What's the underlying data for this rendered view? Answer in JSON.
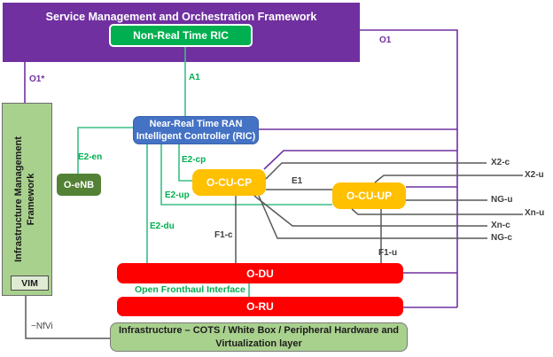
{
  "palette": {
    "smo_purple": "#7030a0",
    "non_rt_green": "#00b050",
    "near_rt_blue": "#4472c4",
    "oenb_dark_green": "#538135",
    "cu_orange": "#ffc000",
    "du_ru_red": "#ff0000",
    "infra_light_green": "#a9d18e",
    "vim_pale_green": "#dfecd3",
    "green_line": "#3cbd86",
    "purple_line": "#7030a0",
    "gray_line": "#595959"
  },
  "nodes": {
    "smo": {
      "label": "Service Management and Orchestration Framework"
    },
    "non_rt_ric": {
      "label": "Non-Real Time RIC"
    },
    "near_rt_ric": {
      "line1": "Near-Real Time RAN",
      "line2": "Intelligent Controller (RIC)"
    },
    "imf": {
      "label": "Infrastructure Management Framework"
    },
    "vim": {
      "label": "VIM"
    },
    "o_enb": {
      "label": "O-eNB"
    },
    "o_cu_cp": {
      "label": "O-CU-CP"
    },
    "o_cu_up": {
      "label": "O-CU-UP"
    },
    "o_du": {
      "label": "O-DU"
    },
    "o_ru": {
      "label": "O-RU"
    },
    "infrastructure": {
      "label": "Infrastructure – COTS / White Box / Peripheral Hardware and Virtualization layer"
    }
  },
  "interfaces": {
    "o1": "O1",
    "o1_star": "O1*",
    "a1": "A1",
    "e2_en": "E2-en",
    "e2_cp": "E2-cp",
    "e2_up": "E2-up",
    "e2_du": "E2-du",
    "e1": "E1",
    "x2_c": "X2-c",
    "x2_u": "X2-u",
    "ng_u": "NG-u",
    "xn_u": "Xn-u",
    "xn_c": "Xn-c",
    "ng_c": "NG-c",
    "f1_c": "F1-c",
    "f1_u": "F1-u",
    "open_fronthaul": "Open Fronthaul Interface",
    "nfvi": "~NfVi"
  }
}
